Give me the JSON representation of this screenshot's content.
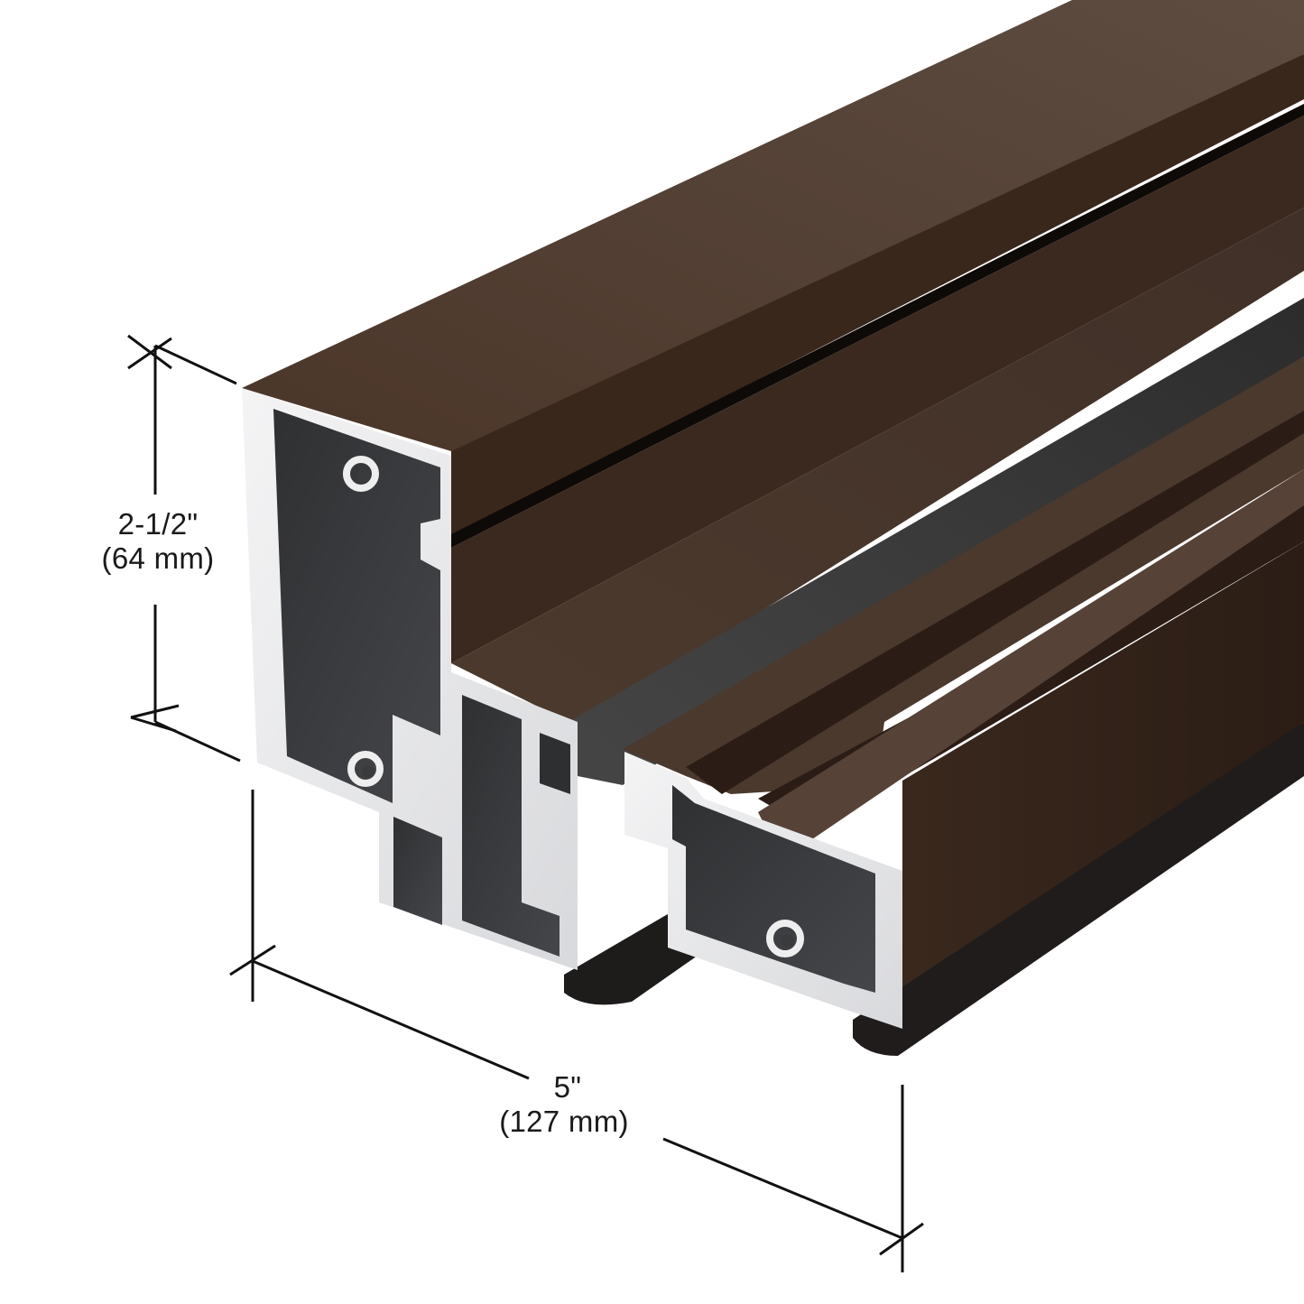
{
  "product": {
    "description": "Aluminum extrusion profile with weatherstrip, dark bronze finish",
    "finish_color": "#4e3a2e",
    "finish_color_light": "#5c4a3f",
    "finish_color_dark": "#2d1f17",
    "mill_aluminum_color": "#e9eaec",
    "interior_color": "#3a3b3d",
    "gasket_color": "#2a2a2a"
  },
  "dimensions": {
    "height": {
      "imperial": "2-1/2\"",
      "metric": "(64 mm)"
    },
    "width": {
      "imperial": "5\"",
      "metric": "(127 mm)"
    }
  },
  "colors": {
    "background": "#ffffff",
    "dimension_line": "#111111",
    "label_text": "#1a1a1a"
  }
}
